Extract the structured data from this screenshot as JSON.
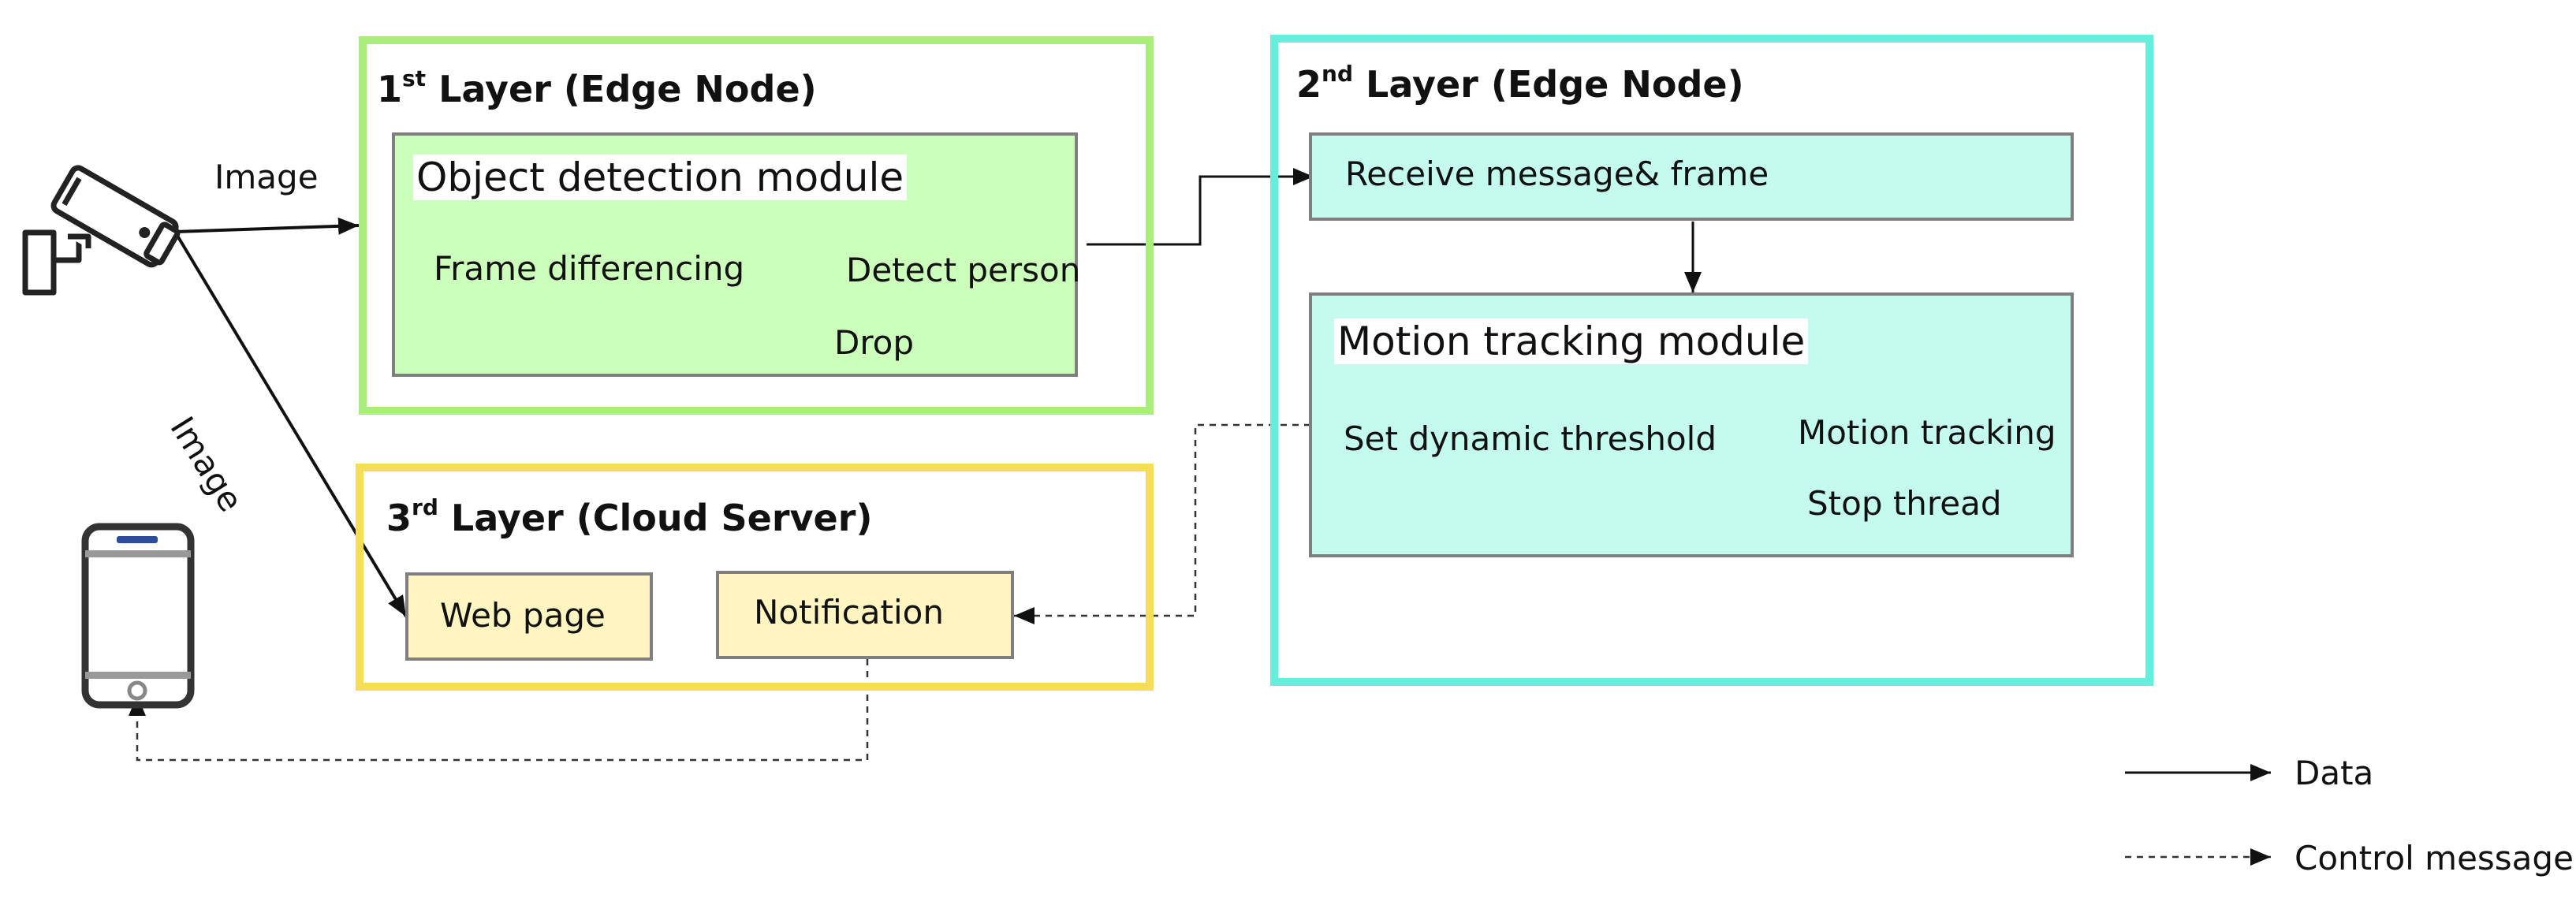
{
  "layers": {
    "layer1": {
      "num": "1",
      "sup": "st",
      "rest": "Layer (Edge Node)"
    },
    "layer2": {
      "num": "2",
      "sup": "nd",
      "rest": "Layer (Edge Node)"
    },
    "layer3": {
      "num": "3",
      "sup": "rd",
      "rest": "Layer (Cloud Server)"
    }
  },
  "object_detection": {
    "title": "Object detection module",
    "frame_differencing": "Frame differencing",
    "detect_person": "Detect person",
    "drop": "Drop"
  },
  "receive": {
    "label": "Receive message& frame"
  },
  "motion_tracking": {
    "title": "Motion tracking module",
    "set_threshold": "Set dynamic threshold",
    "motion_tracking": "Motion tracking",
    "stop_thread": "Stop thread"
  },
  "cloud": {
    "web_page": "Web page",
    "notification": "Notification"
  },
  "edge_labels": {
    "image_top": "Image",
    "image_diag": "Image"
  },
  "legend": {
    "data": "Data",
    "control": "Control message"
  },
  "icons": {
    "camera": "cctv-camera-icon",
    "phone": "smartphone-icon"
  },
  "colors": {
    "layer1_border": "#a9ee7a",
    "module1_fill": "#ccffbb",
    "layer2_border": "#66eedd",
    "module2_fill": "#c4fbee",
    "layer3_border": "#f5dd55",
    "box3_fill": "#fff5c0",
    "box_border": "#7f7f7f"
  }
}
